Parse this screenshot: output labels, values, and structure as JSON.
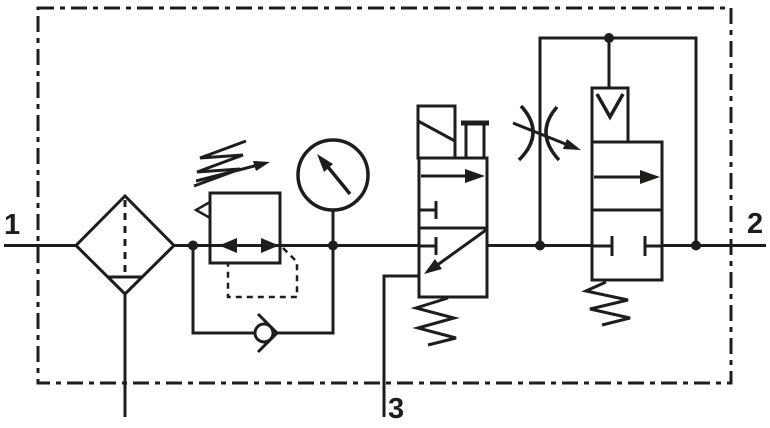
{
  "diagram": {
    "kind": "pneumatic-circuit-schematic",
    "colors": {
      "ink": "#1d1d1b",
      "background": "#ffffff"
    },
    "ports": {
      "inlet": {
        "label": "1"
      },
      "outlet": {
        "label": "2"
      },
      "exhaust": {
        "label": "3"
      }
    },
    "symbols": [
      {
        "name": "enclosure-boundary",
        "style": "dash-dot-frame"
      },
      {
        "name": "filter-water-separator-symbol",
        "style": "diamond-with-dashed-element-and-drain"
      },
      {
        "name": "pressure-regulator-symbol",
        "style": "relieving-regulator-adjustable-spring-with-pilot-dashes"
      },
      {
        "name": "pressure-gauge-symbol",
        "style": "circle-with-needle"
      },
      {
        "name": "check-valve-symbol",
        "style": "ball-and-seat-bypass"
      },
      {
        "name": "solenoid-valve-3-2-symbol",
        "style": "two-position-box-solenoid-manual-override-spring-return"
      },
      {
        "name": "flow-control-valve-symbol",
        "style": "adjustable-restrictor-arcs-with-arrow"
      },
      {
        "name": "pilot-valve-2-2-symbol",
        "style": "two-position-box-pneumatic-pilot-spring-return"
      }
    ]
  }
}
